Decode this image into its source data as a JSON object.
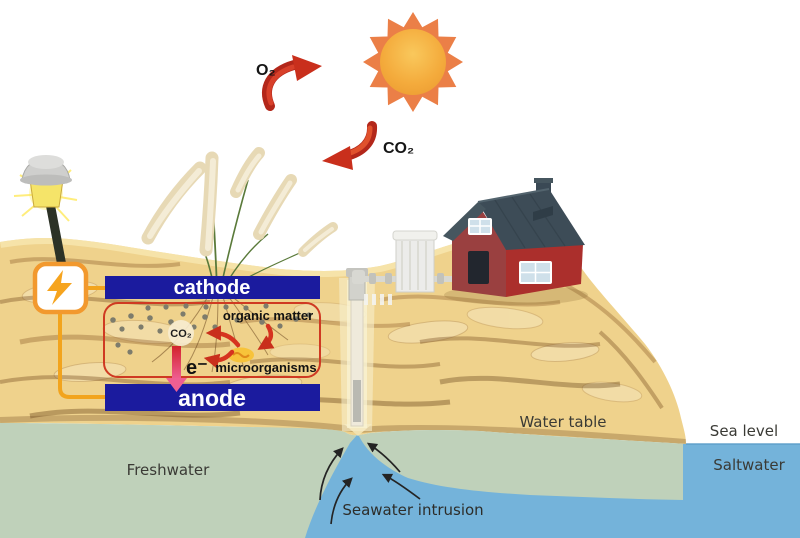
{
  "atmosphere": {
    "o2_label": "O₂",
    "co2_label": "CO₂"
  },
  "fuel_cell": {
    "cathode_label": "cathode",
    "anode_label": "anode",
    "organic_matter_label": "organic matter",
    "co2_label": "CO₂",
    "electron_label": "e⁻",
    "microorganisms_label": "microorganisms"
  },
  "hydrology": {
    "water_table_label": "Water table",
    "sea_level_label": "Sea level",
    "saltwater_label": "Saltwater",
    "freshwater_label": "Freshwater",
    "seawater_intrusion_label": "Seawater intrusion"
  },
  "palette": {
    "electrode_navy": "#1b1b9e",
    "wire_orange": "#f2a41d",
    "arrow_red": "#c92f1c",
    "electron_arrow_pink": "#e9457e",
    "sun_core": "#f4ab3c",
    "sun_rays": "#eb7f47",
    "sand": "#efd28c",
    "freshwater_green": "#bfd1ba",
    "seawater_blue": "#74b3da",
    "house_red": "#a03a36",
    "roof_slate": "#3d4c57"
  }
}
